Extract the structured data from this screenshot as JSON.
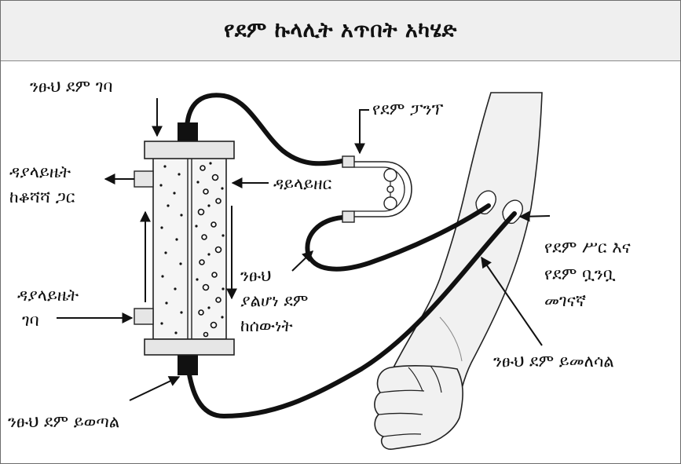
{
  "title": "የደም ኩላሊት አጥበት አካሄድ",
  "labels": {
    "clean_blood_in": "ንፁህ ደም ገባ",
    "dialysate_drain_1": "ዳያላይዜት",
    "dialysate_drain_2": "ከቆሻሻ ጋር",
    "dialyzer": "ዳይላይዘር",
    "blood_pump": "የደም ፓንፕ",
    "dialysate_in_1": "ዳያላይዜት",
    "dialysate_in_2": "ገባ",
    "unclean_blood_1": "ንፁህ",
    "unclean_blood_2": "ያልሆነ ደም",
    "unclean_blood_3": "ከሰውነት",
    "av_fistula_1": "የደም ሥር እና",
    "av_fistula_2": "የደም ቧንቧ",
    "av_fistula_3": "መገናኛ",
    "clean_blood_return": "ንፁህ ደም ይመለሳል",
    "clean_blood_out": "ንፁህ ደም ይወጣል"
  }
}
